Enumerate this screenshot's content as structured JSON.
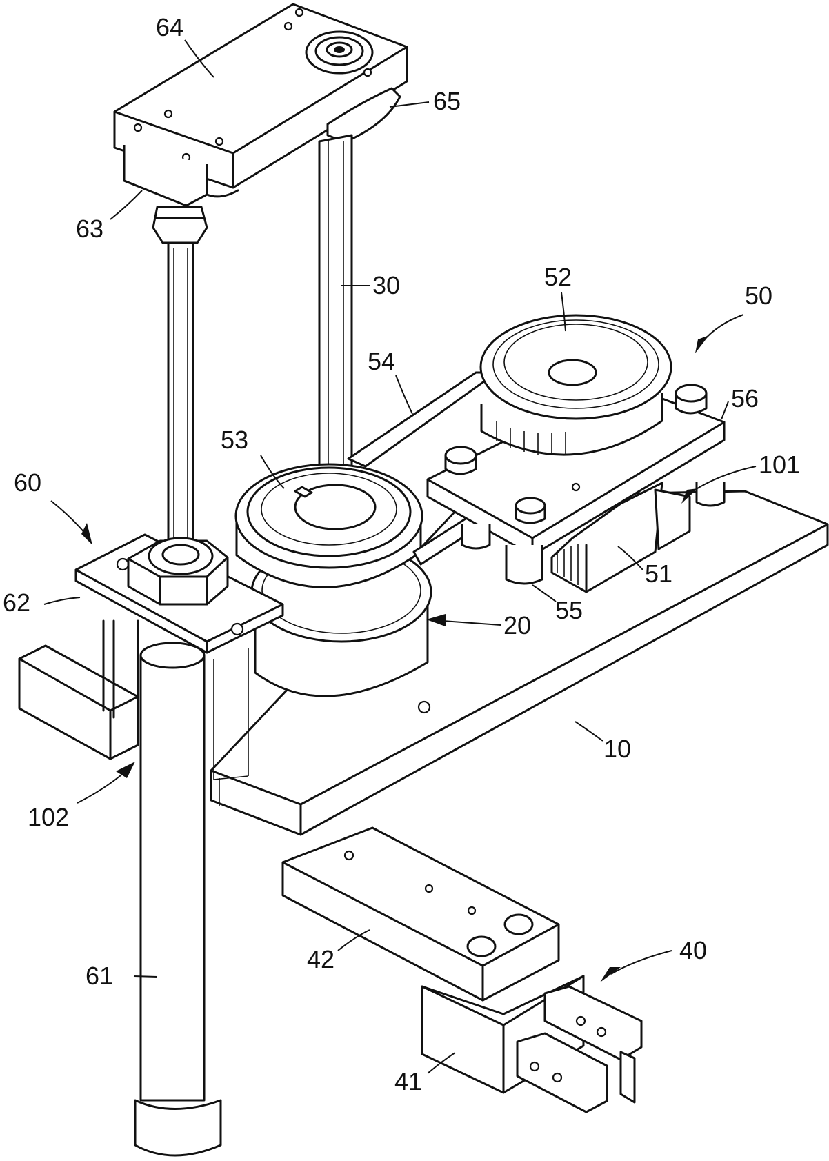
{
  "labels": {
    "l64": "64",
    "l65": "65",
    "l63": "63",
    "l30": "30",
    "l52": "52",
    "l50": "50",
    "l54": "54",
    "l56": "56",
    "l53": "53",
    "l101": "101",
    "l60": "60",
    "l62": "62",
    "l51": "51",
    "l55": "55",
    "l20": "20",
    "l10": "10",
    "l102": "102",
    "l42": "42",
    "l40": "40",
    "l61": "61",
    "l41": "41"
  }
}
